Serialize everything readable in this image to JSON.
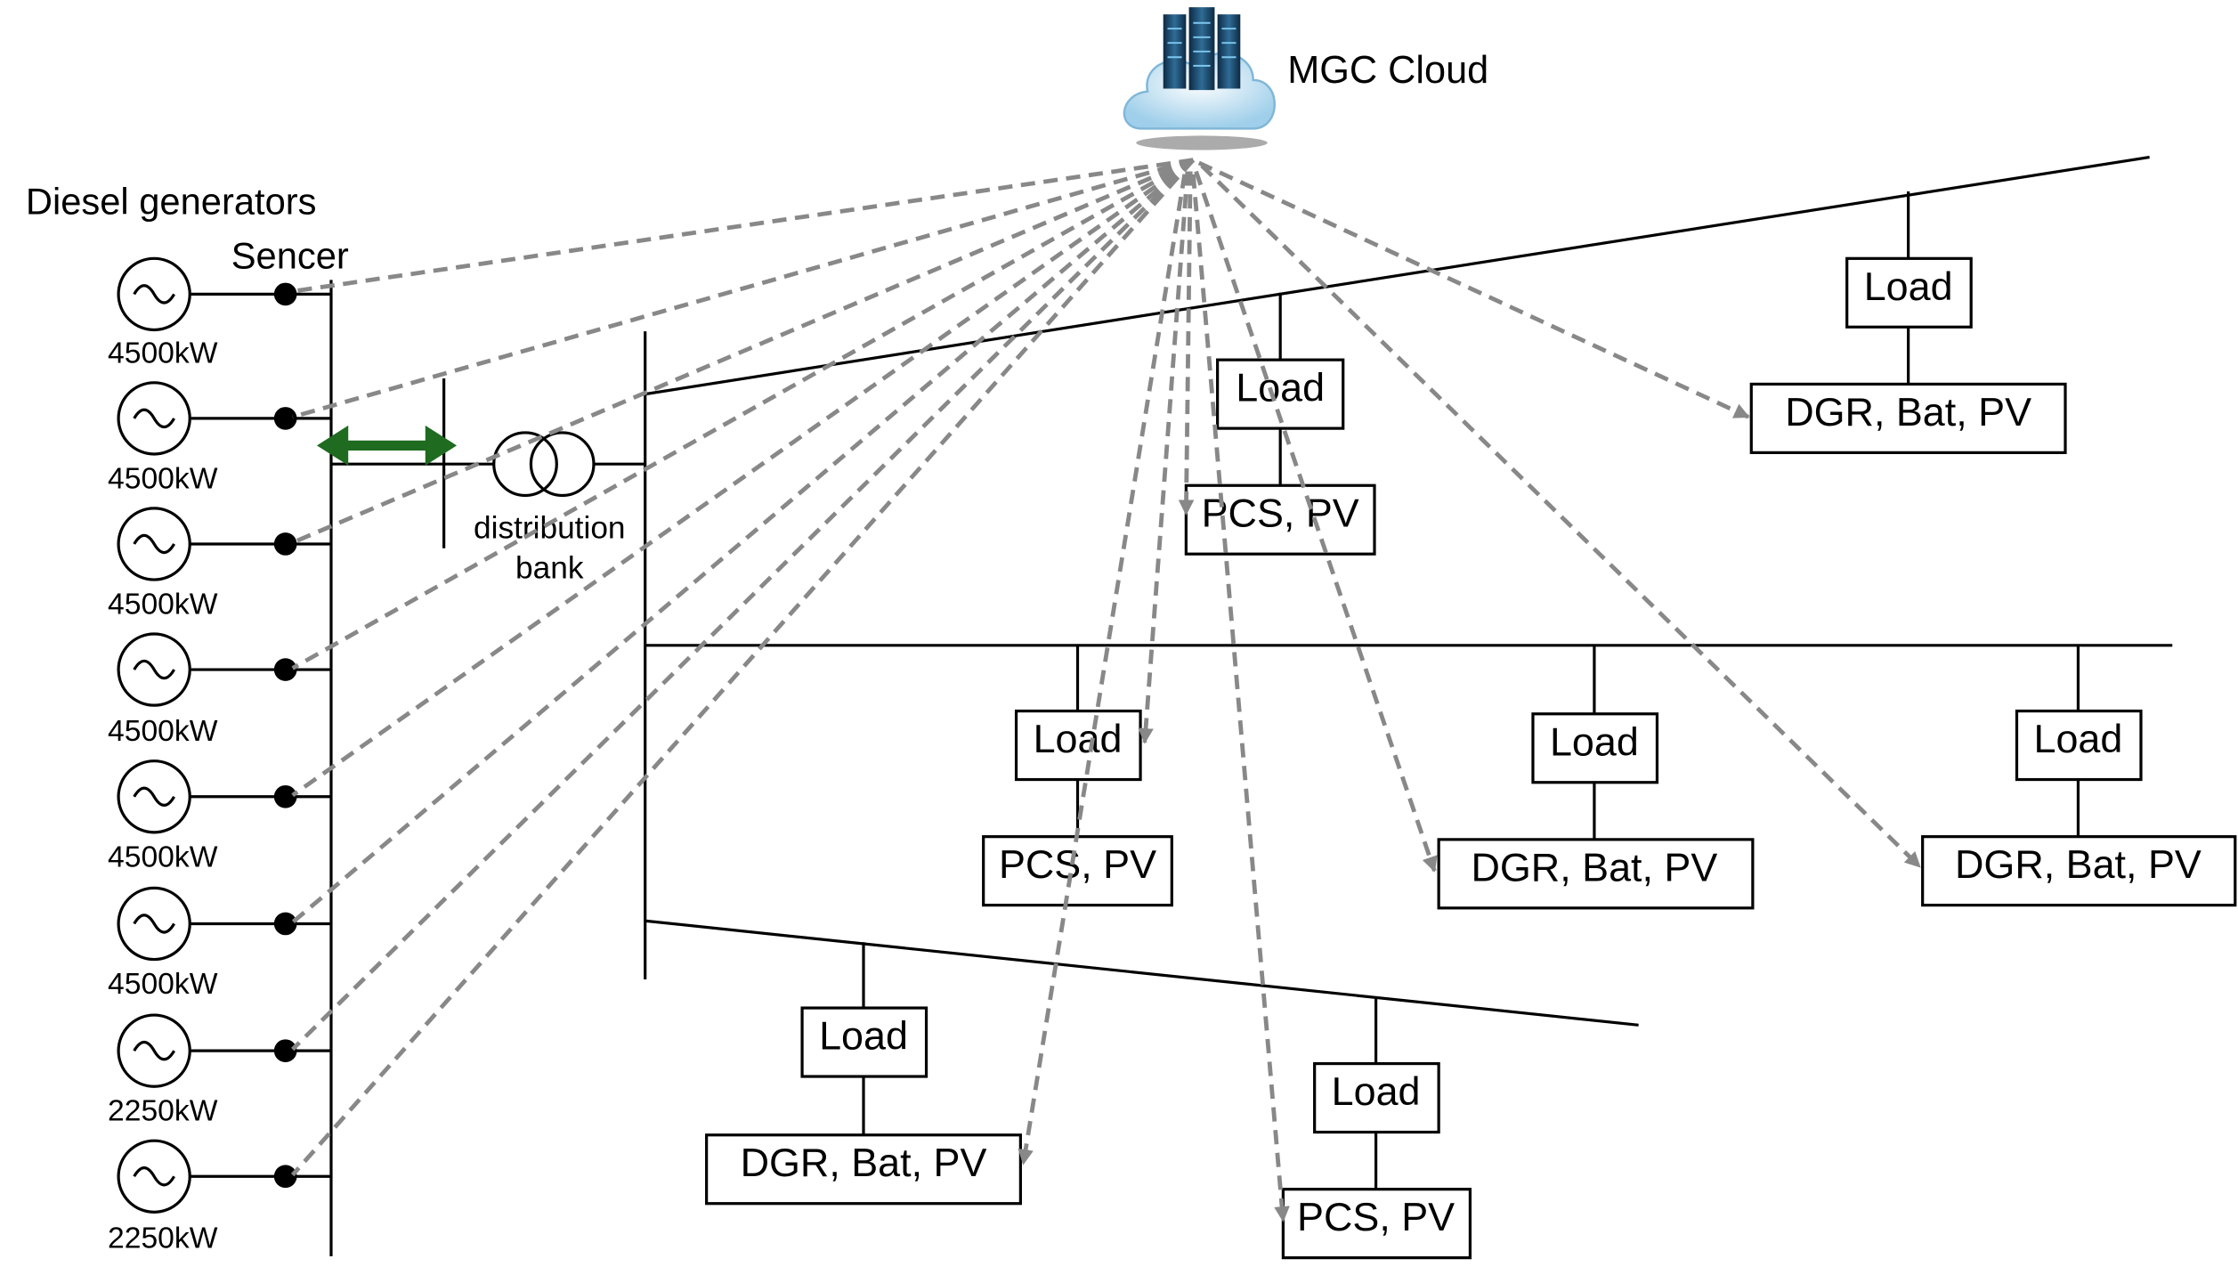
{
  "cloud": {
    "title": "MGC Cloud",
    "icon": "cloud-server-icon"
  },
  "generator_section": {
    "title": "Diesel generators",
    "sensor_label": "Sencer"
  },
  "generators": [
    {
      "rating": "4500kW"
    },
    {
      "rating": "4500kW"
    },
    {
      "rating": "4500kW"
    },
    {
      "rating": "4500kW"
    },
    {
      "rating": "4500kW"
    },
    {
      "rating": "4500kW"
    },
    {
      "rating": "2250kW"
    },
    {
      "rating": "2250kW"
    }
  ],
  "transformer": {
    "line1": "distribution",
    "line2": "bank",
    "icon": "transformer-icon"
  },
  "feeders": [
    {
      "loads": [
        {
          "load": "Load",
          "equipment": "PCS, PV"
        },
        {
          "load": "Load",
          "equipment": "DGR, Bat, PV"
        }
      ]
    },
    {
      "loads": [
        {
          "load": "Load",
          "equipment": "PCS, PV"
        },
        {
          "load": "Load",
          "equipment": "DGR, Bat, PV"
        },
        {
          "load": "Load",
          "equipment": "DGR, Bat, PV"
        }
      ]
    },
    {
      "loads": [
        {
          "load": "Load",
          "equipment": "DGR, Bat, PV"
        },
        {
          "load": "Load",
          "equipment": "PCS, PV"
        }
      ]
    }
  ],
  "colors": {
    "line": "#000000",
    "dashed_link": "#888888",
    "arrow_bidirectional": "#1f6b1f",
    "cloud": "#b8dcf0"
  }
}
